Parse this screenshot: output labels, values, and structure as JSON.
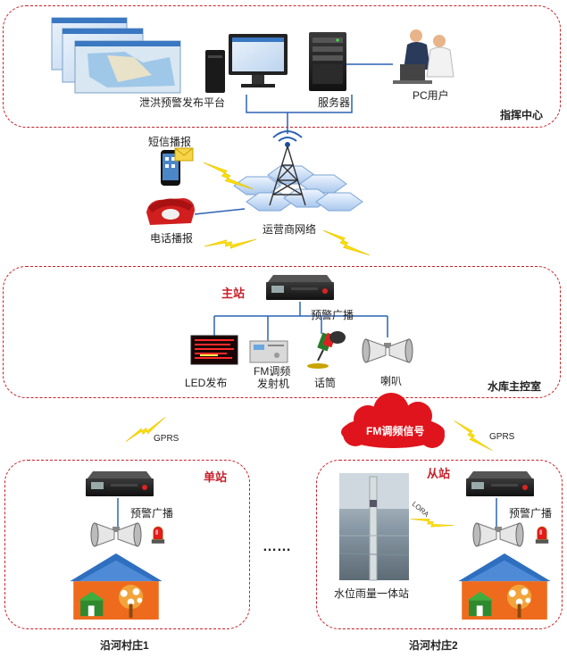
{
  "command_center": {
    "zone_label": "指挥中心",
    "platform_label": "泄洪预警发布平台",
    "server_label": "服务器",
    "pc_user_label": "PC用户"
  },
  "network": {
    "sms_label": "短信播报",
    "phone_label": "电话播报",
    "operator_label": "运营商网络"
  },
  "master_room": {
    "zone_label": "水库主控室",
    "station_label": "主站",
    "broadcast_label": "预警广播",
    "led_label": "LED发布",
    "fm_tx_label_1": "FM调频",
    "fm_tx_label_2": "发射机",
    "mic_label": "话筒",
    "horn_label": "喇叭"
  },
  "links": {
    "gprs_left": "GPRS",
    "gprs_right": "GPRS",
    "fm_signal": "FM调频信号",
    "lora": "LORA",
    "ellipsis": "……"
  },
  "village1": {
    "zone_label": "沿河村庄1",
    "station_label": "单站",
    "broadcast_label": "预警广播"
  },
  "village2": {
    "zone_label": "沿河村庄2",
    "station_label": "从站",
    "broadcast_label": "预警广播",
    "rain_station_label": "水位雨量一体站"
  },
  "colors": {
    "zone_border": "#c8202a",
    "lightning": "#ffe100",
    "cloud": "#e0141c",
    "roof": "#2f6fc0",
    "house_wall": "#ee6b1d"
  }
}
